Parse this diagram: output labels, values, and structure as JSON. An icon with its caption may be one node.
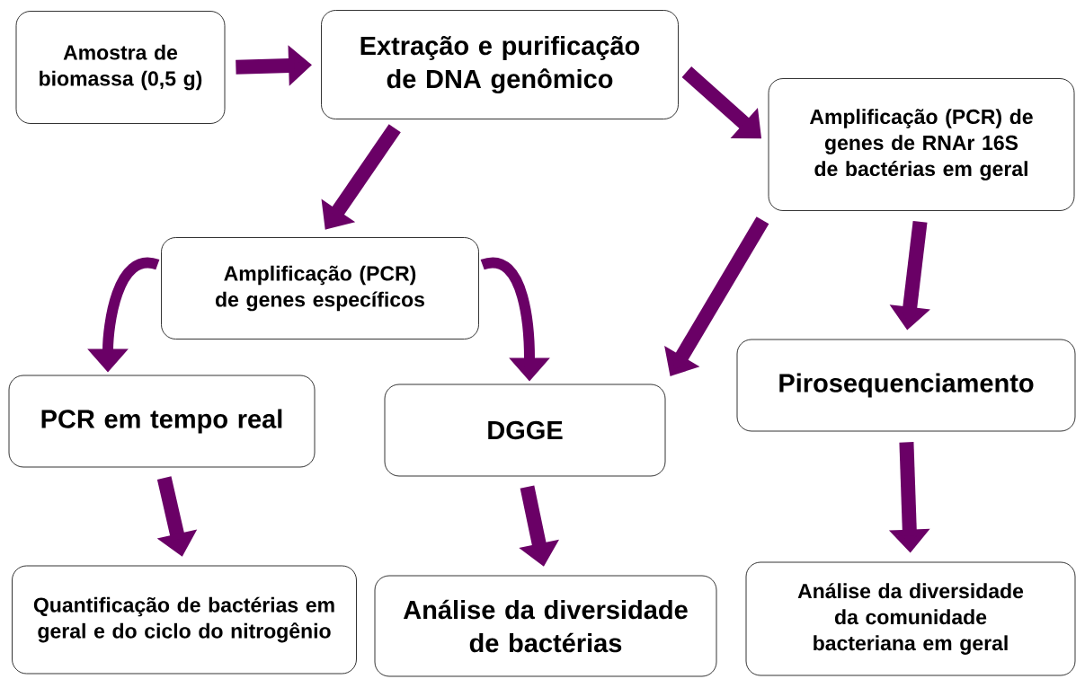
{
  "diagram": {
    "nodes": [
      {
        "text": [
          "Amostra de biomassa (0,5 g)"
        ]
      },
      {
        "text": [
          "Extração e purificação de DNA genômico"
        ]
      },
      {
        "text": [
          "Amplificação (PCR) de genes de RNAr 16S de bactérias em geral"
        ]
      },
      {
        "text": [
          "Amplificação (PCR) de genes específicos"
        ]
      },
      {
        "text": [
          "PCR em tempo real"
        ]
      },
      {
        "text": [
          "DGGE"
        ]
      },
      {
        "text": [
          "Pirosequenciamento"
        ]
      },
      {
        "text": [
          "Quantificação de bactérias em geral e do ciclo do nitrogênio"
        ]
      },
      {
        "text": [
          "Análise da diversidade de bactérias"
        ]
      },
      {
        "text": [
          "Análise da diversidade da comunidade bacteriana em geral"
        ]
      }
    ],
    "edges": [
      {
        "from": 0,
        "to": 1,
        "arrow": "to"
      },
      {
        "from": 1,
        "to": 2,
        "arrow": "to"
      },
      {
        "from": 1,
        "to": 3,
        "arrow": "to"
      },
      {
        "from": 2,
        "to": 5,
        "arrow": "to"
      },
      {
        "from": 2,
        "to": 6,
        "arrow": "to"
      },
      {
        "from": 3,
        "to": 4,
        "arrow": "to"
      },
      {
        "from": 3,
        "to": 5,
        "arrow": "to"
      },
      {
        "from": 4,
        "to": 7,
        "arrow": "to"
      },
      {
        "from": 5,
        "to": 8,
        "arrow": "to"
      },
      {
        "from": 6,
        "to": 9,
        "arrow": "to"
      }
    ]
  }
}
